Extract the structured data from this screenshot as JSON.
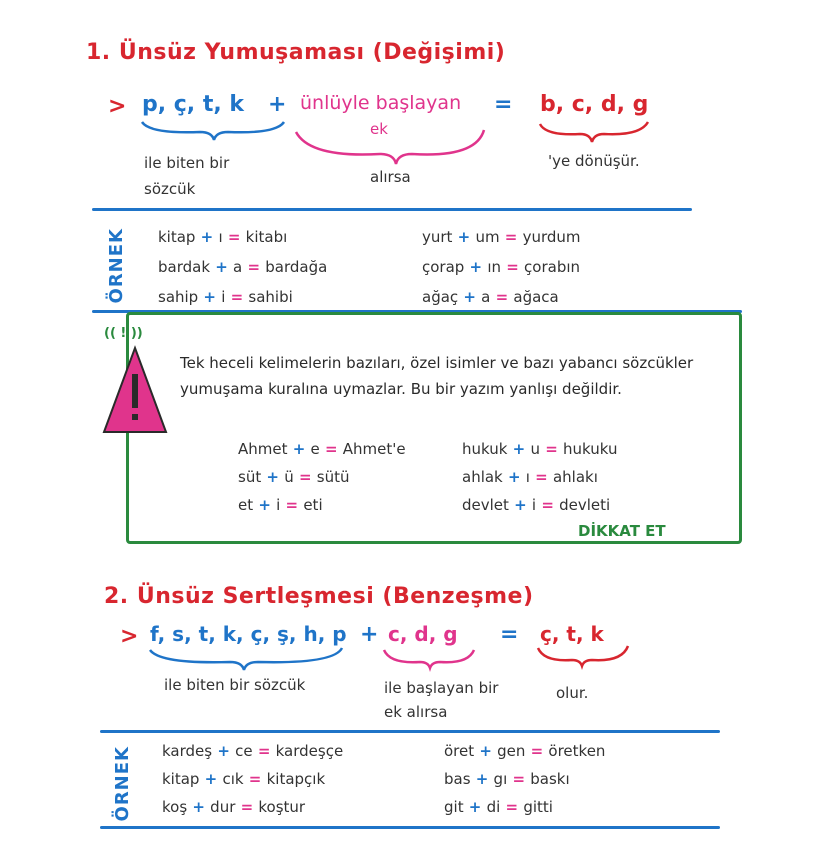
{
  "section1": {
    "title": "1. Ünsüz Yumuşaması (Değişimi)",
    "arrow": ">",
    "letters": "p, ç, t, k",
    "plus": "+",
    "vowel_start": "ünlüyle başlayan",
    "ek": "ek",
    "equals": "=",
    "result": "b, c, d, g",
    "label_letters": "ile biten bir sözcük",
    "label_ek": "alırsa",
    "label_result": "'ye dönüşür."
  },
  "ornek_label": "ÖRNEK",
  "examples1": {
    "left": [
      {
        "w": "kitap",
        "s": "ı",
        "r": "kitabı"
      },
      {
        "w": "bardak",
        "s": "a",
        "r": "bardağa"
      },
      {
        "w": "sahip",
        "s": "i",
        "r": "sahibi"
      }
    ],
    "right": [
      {
        "w": "yurt",
        "s": "um",
        "r": "yurdum"
      },
      {
        "w": "çorap",
        "s": "ın",
        "r": "çorabın"
      },
      {
        "w": "ağaç",
        "s": "a",
        "r": "ağaca"
      }
    ]
  },
  "warning": {
    "sound": "(( ! ))",
    "text": "Tek heceli kelimelerin bazıları, özel isimler ve bazı yabancı sözcükler yumuşama kuralına uymazlar. Bu bir yazım yanlışı değildir.",
    "left": [
      {
        "w": "Ahmet",
        "s": "e",
        "r": "Ahmet'e"
      },
      {
        "w": "süt",
        "s": "ü",
        "r": "sütü"
      },
      {
        "w": "et",
        "s": "i",
        "r": "eti"
      }
    ],
    "right": [
      {
        "w": "hukuk",
        "s": "u",
        "r": "hukuku"
      },
      {
        "w": "ahlak",
        "s": "ı",
        "r": "ahlakı"
      },
      {
        "w": "devlet",
        "s": "i",
        "r": "devleti"
      }
    ],
    "dikkat": "DİKKAT ET"
  },
  "section2": {
    "title": "2. Ünsüz Sertleşmesi (Benzeşme)",
    "arrow": ">",
    "letters": "f, s, t, k, ç, ş, h, p",
    "plus": "+",
    "mid": "c, d, g",
    "equals": "=",
    "result": "ç, t, k",
    "label_letters": "ile biten bir sözcük",
    "label_mid": "ile başlayan bir ek alırsa",
    "label_result": "olur."
  },
  "examples2": {
    "left": [
      {
        "w": "kardeş",
        "s": "ce",
        "r": "kardeşçe"
      },
      {
        "w": "kitap",
        "s": "cık",
        "r": "kitapçık"
      },
      {
        "w": "koş",
        "s": "dur",
        "r": "koştur"
      }
    ],
    "right": [
      {
        "w": "öret",
        "s": "gen",
        "r": "öretken"
      },
      {
        "w": "bas",
        "s": "gı",
        "r": "baskı"
      },
      {
        "w": "git",
        "s": "di",
        "r": "gitti"
      }
    ]
  },
  "colors": {
    "red": "#d8262f",
    "blue": "#1f74c8",
    "pink": "#e0348c",
    "green": "#2a8a3e"
  }
}
